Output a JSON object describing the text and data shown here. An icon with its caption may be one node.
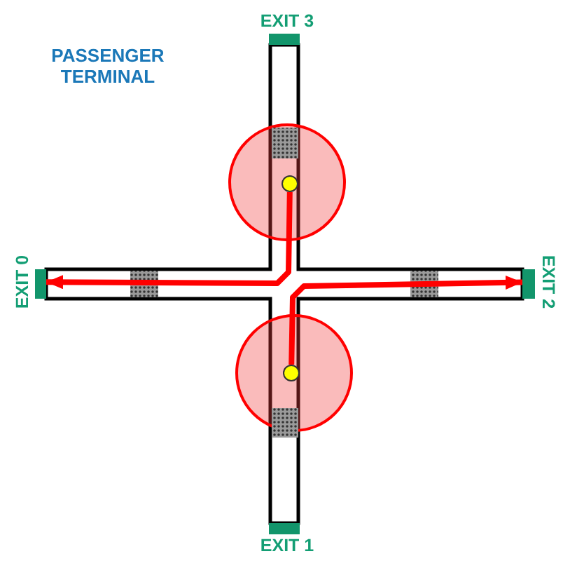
{
  "diagram": {
    "title": "PASSENGER TERMINAL",
    "nodes": [
      {
        "text": [
          "EXIT 3"
        ]
      },
      {
        "text": [],
        "shape": "circle"
      },
      {
        "text": [
          "EXIT 0"
        ]
      },
      {
        "text": [
          "EXIT 2"
        ]
      },
      {
        "text": [],
        "shape": "circle"
      },
      {
        "text": [
          "EXIT 1"
        ]
      }
    ],
    "edges": [
      {
        "from": 1,
        "to": 2,
        "arrow": "to"
      },
      {
        "from": 4,
        "to": 3,
        "arrow": "to"
      }
    ]
  }
}
